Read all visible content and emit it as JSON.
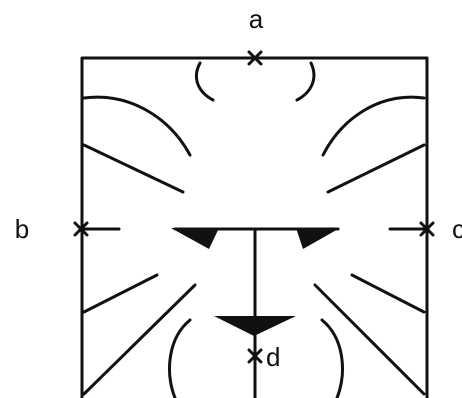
{
  "diagram": {
    "points": [
      {
        "id": "a",
        "label": "a"
      },
      {
        "id": "b",
        "label": "b"
      },
      {
        "id": "c",
        "label": "c"
      },
      {
        "id": "d",
        "label": "d"
      }
    ],
    "colors": {
      "ink": "#111111",
      "background": "#ffffff"
    }
  }
}
